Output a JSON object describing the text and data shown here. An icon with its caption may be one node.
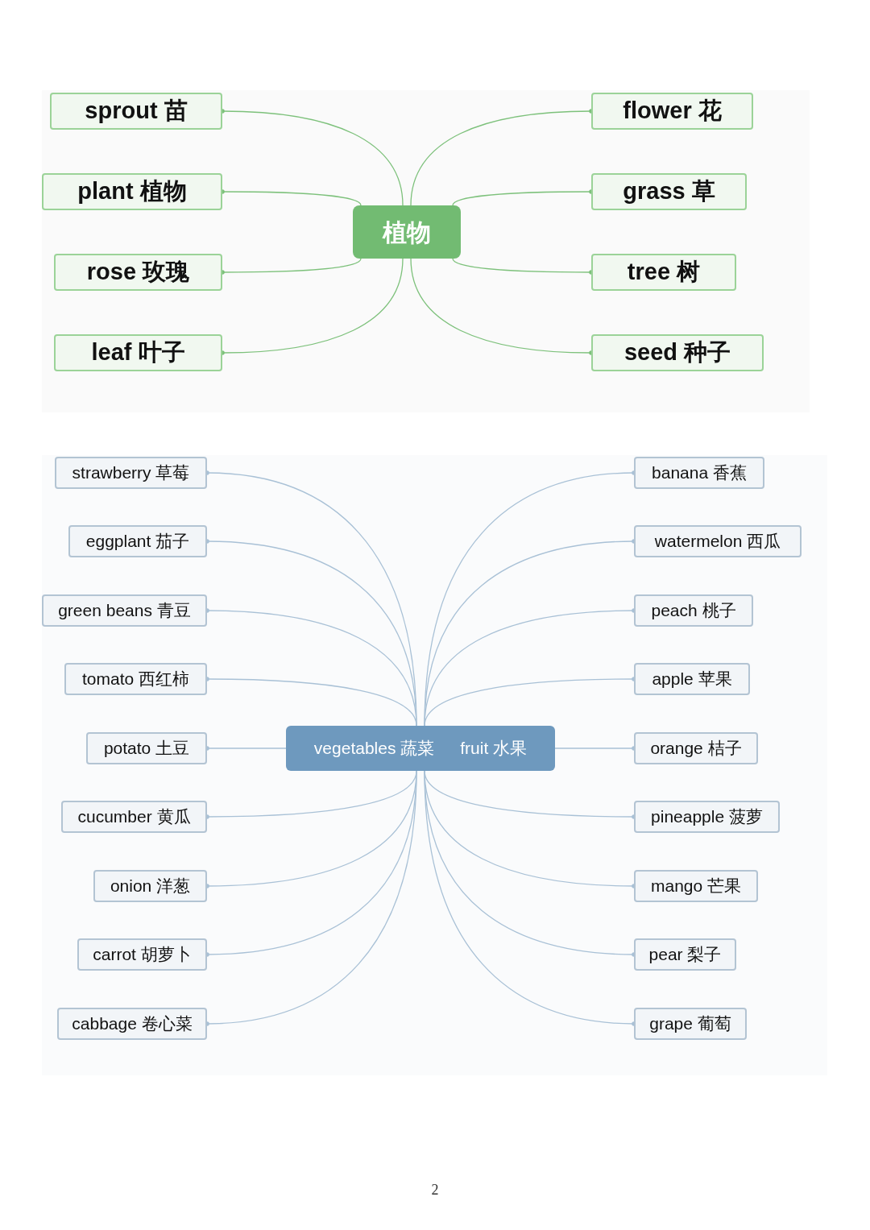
{
  "diagram": {
    "nodes": [
      {
        "text": [
          "植物"
        ]
      },
      {
        "text": [
          "sprout 苗"
        ]
      },
      {
        "text": [
          "plant 植物"
        ]
      },
      {
        "text": [
          "rose 玫瑰"
        ]
      },
      {
        "text": [
          "leaf 叶子"
        ]
      },
      {
        "text": [
          "flower 花"
        ]
      },
      {
        "text": [
          "grass 草"
        ]
      },
      {
        "text": [
          "tree 树"
        ]
      },
      {
        "text": [
          "seed 种子"
        ]
      },
      {
        "text": [
          "vegetables 蔬菜",
          "fruit 水果"
        ]
      },
      {
        "text": [
          "strawberry 草莓"
        ]
      },
      {
        "text": [
          "eggplant 茄子"
        ]
      },
      {
        "text": [
          "green beans 青豆"
        ]
      },
      {
        "text": [
          "tomato 西红柿"
        ]
      },
      {
        "text": [
          "potato 土豆"
        ]
      },
      {
        "text": [
          "cucumber 黄瓜"
        ]
      },
      {
        "text": [
          "onion 洋葱"
        ]
      },
      {
        "text": [
          "carrot 胡萝卜"
        ]
      },
      {
        "text": [
          "cabbage 卷心菜"
        ]
      },
      {
        "text": [
          "banana 香蕉"
        ]
      },
      {
        "text": [
          "watermelon 西瓜"
        ]
      },
      {
        "text": [
          "peach 桃子"
        ]
      },
      {
        "text": [
          "apple 苹果"
        ]
      },
      {
        "text": [
          "orange 桔子"
        ]
      },
      {
        "text": [
          "pineapple 菠萝"
        ]
      },
      {
        "text": [
          "mango 芒果"
        ]
      },
      {
        "text": [
          "pear 梨子"
        ]
      },
      {
        "text": [
          "grape 葡萄"
        ]
      }
    ],
    "edges": [
      {
        "from": 0,
        "to": 1,
        "arrow": "other",
        "color": "#7dc17b"
      },
      {
        "from": 0,
        "to": 2,
        "arrow": "other",
        "color": "#7dc17b"
      },
      {
        "from": 0,
        "to": 3,
        "arrow": "other",
        "color": "#7dc17b"
      },
      {
        "from": 0,
        "to": 4,
        "arrow": "other",
        "color": "#7dc17b"
      },
      {
        "from": 0,
        "to": 5,
        "arrow": "other",
        "color": "#7dc17b"
      },
      {
        "from": 0,
        "to": 6,
        "arrow": "other",
        "color": "#7dc17b"
      },
      {
        "from": 0,
        "to": 7,
        "arrow": "other",
        "color": "#7dc17b"
      },
      {
        "from": 0,
        "to": 8,
        "arrow": "other",
        "color": "#7dc17b"
      },
      {
        "from": 9,
        "to": 10,
        "arrow": "other"
      },
      {
        "from": 9,
        "to": 11,
        "arrow": "other"
      },
      {
        "from": 9,
        "to": 12,
        "arrow": "other"
      },
      {
        "from": 9,
        "to": 13,
        "arrow": "other"
      },
      {
        "from": 9,
        "to": 14,
        "arrow": "other"
      },
      {
        "from": 9,
        "to": 15,
        "arrow": "other"
      },
      {
        "from": 9,
        "to": 16,
        "arrow": "other"
      },
      {
        "from": 9,
        "to": 17,
        "arrow": "other"
      },
      {
        "from": 9,
        "to": 18,
        "arrow": "other"
      },
      {
        "from": 9,
        "to": 19,
        "arrow": "other"
      },
      {
        "from": 9,
        "to": 20,
        "arrow": "other"
      },
      {
        "from": 9,
        "to": 21,
        "arrow": "other"
      },
      {
        "from": 9,
        "to": 22,
        "arrow": "other"
      },
      {
        "from": 9,
        "to": 23,
        "arrow": "other"
      },
      {
        "from": 9,
        "to": 24,
        "arrow": "other"
      },
      {
        "from": 9,
        "to": 25,
        "arrow": "other"
      },
      {
        "from": 9,
        "to": 26,
        "arrow": "other"
      },
      {
        "from": 9,
        "to": 27,
        "arrow": "other"
      }
    ],
    "labels": [
      "2"
    ]
  }
}
